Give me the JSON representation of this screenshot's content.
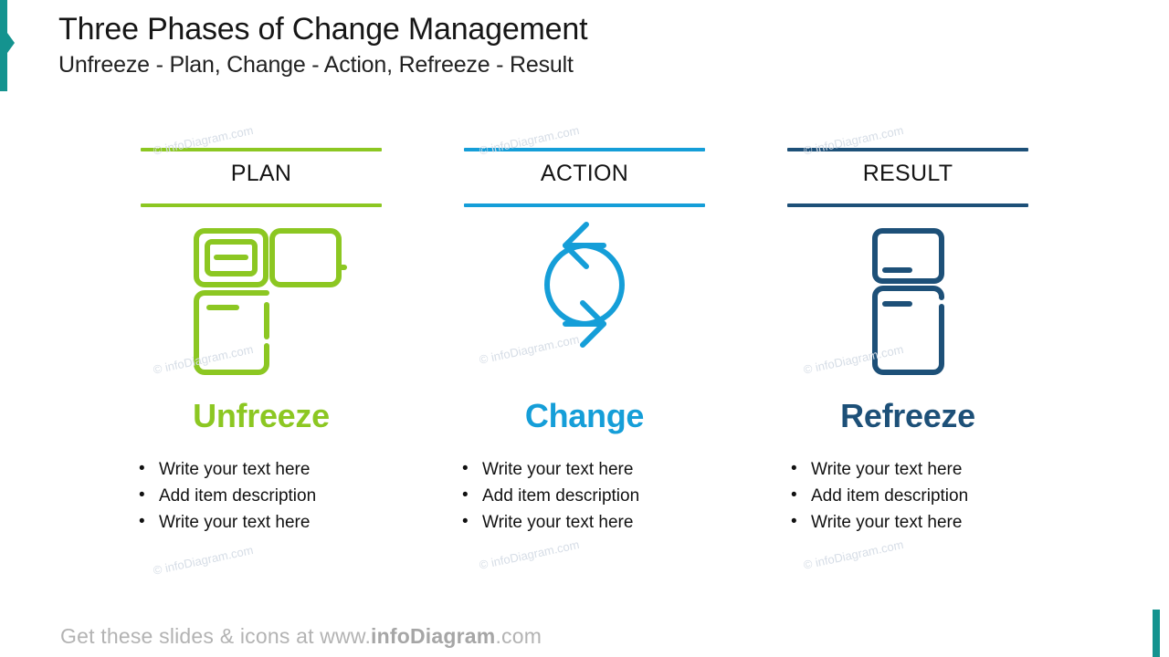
{
  "slide": {
    "title": "Three Phases of Change Management",
    "subtitle": "Unfreeze - Plan, Change - Action, Refreeze - Result",
    "footer_prefix": "Get these slides & icons at www.",
    "footer_brand": "infoDiagram",
    "footer_suffix": ".com",
    "watermark": "© infoDiagram.com"
  },
  "colors": {
    "accent_teal": "#14938f",
    "green": "#8cc722",
    "blue": "#159ed8",
    "darkblue": "#1d5078",
    "text": "#111111",
    "footer_gray": "#b3b3b3",
    "watermark_gray": "#d6dde6"
  },
  "columns": [
    {
      "header": "PLAN",
      "name": "Unfreeze",
      "color": "#8cc722",
      "icon": "fridge-open-door-icon",
      "bullets": [
        "Write your text here",
        "Add item description",
        "Write your text here"
      ]
    },
    {
      "header": "ACTION",
      "name": "Change",
      "color": "#159ed8",
      "icon": "cycle-arrows-icon",
      "bullets": [
        "Write your text here",
        "Add item description",
        "Write your text here"
      ]
    },
    {
      "header": "RESULT",
      "name": "Refreeze",
      "color": "#1d5078",
      "icon": "fridge-closed-icon",
      "bullets": [
        "Write your text here",
        "Add item description",
        "Write your text here"
      ]
    }
  ]
}
